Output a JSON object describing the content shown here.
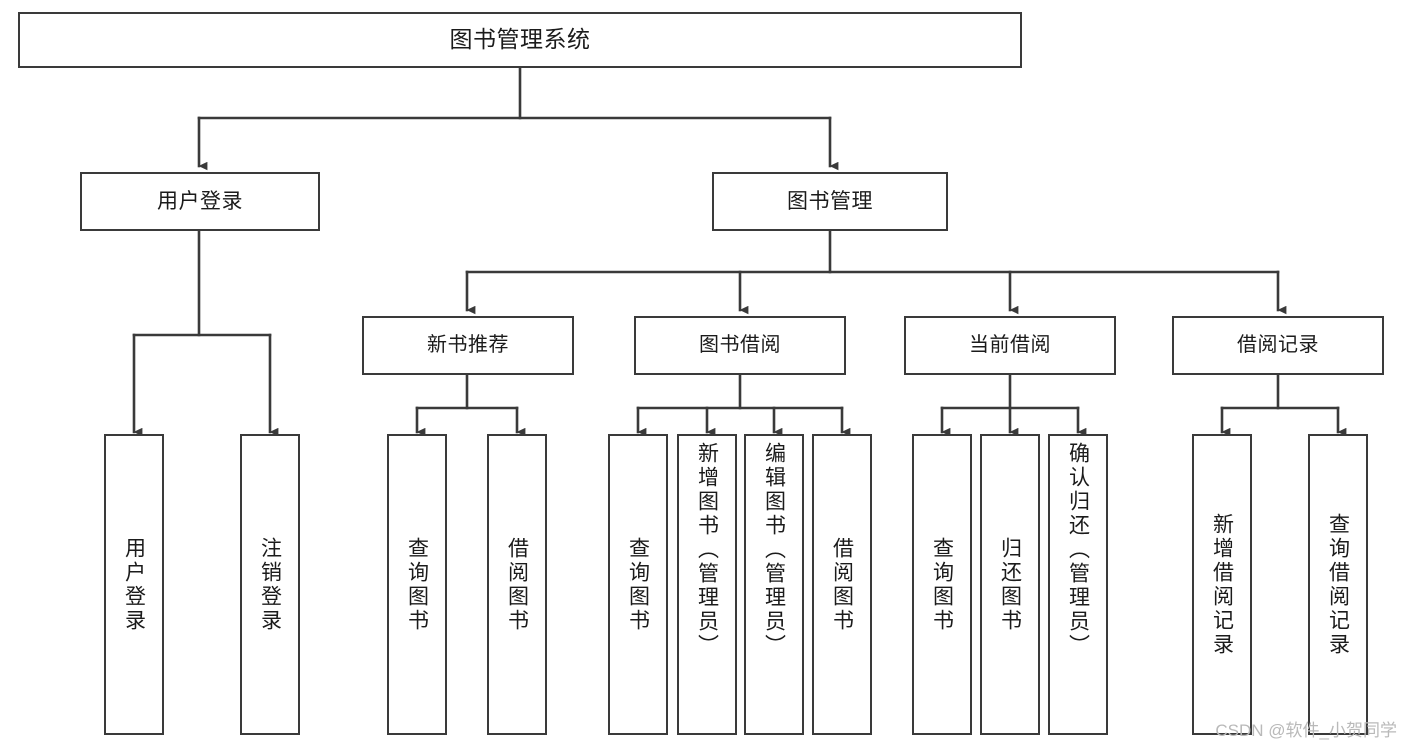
{
  "diagram": {
    "type": "tree",
    "title": "图书管理系统",
    "orientation": "top-down",
    "line_color": "#3a3a3a",
    "box_fill": "#ffffff",
    "text_color": "#1b1b1b"
  },
  "root": {
    "label": "图书管理系统"
  },
  "branches": {
    "user_login": {
      "label": "用户登录",
      "children": [
        {
          "label": "用户登录"
        },
        {
          "label": "注销登录"
        }
      ]
    },
    "book_manage": {
      "label": "图书管理",
      "groups": [
        {
          "label": "新书推荐",
          "children": [
            {
              "label": "查询图书"
            },
            {
              "label": "借阅图书"
            }
          ]
        },
        {
          "label": "图书借阅",
          "children": [
            {
              "label": "查询图书"
            },
            {
              "label": "新增图书（管理员）"
            },
            {
              "label": "编辑图书（管理员）"
            },
            {
              "label": "借阅图书"
            }
          ]
        },
        {
          "label": "当前借阅",
          "children": [
            {
              "label": "查询图书"
            },
            {
              "label": "归还图书"
            },
            {
              "label": "确认归还（管理员）"
            }
          ]
        },
        {
          "label": "借阅记录",
          "children": [
            {
              "label": "新增借阅记录"
            },
            {
              "label": "查询借阅记录"
            }
          ]
        }
      ]
    }
  },
  "watermark": {
    "text": "CSDN @软件_小贺同学"
  }
}
